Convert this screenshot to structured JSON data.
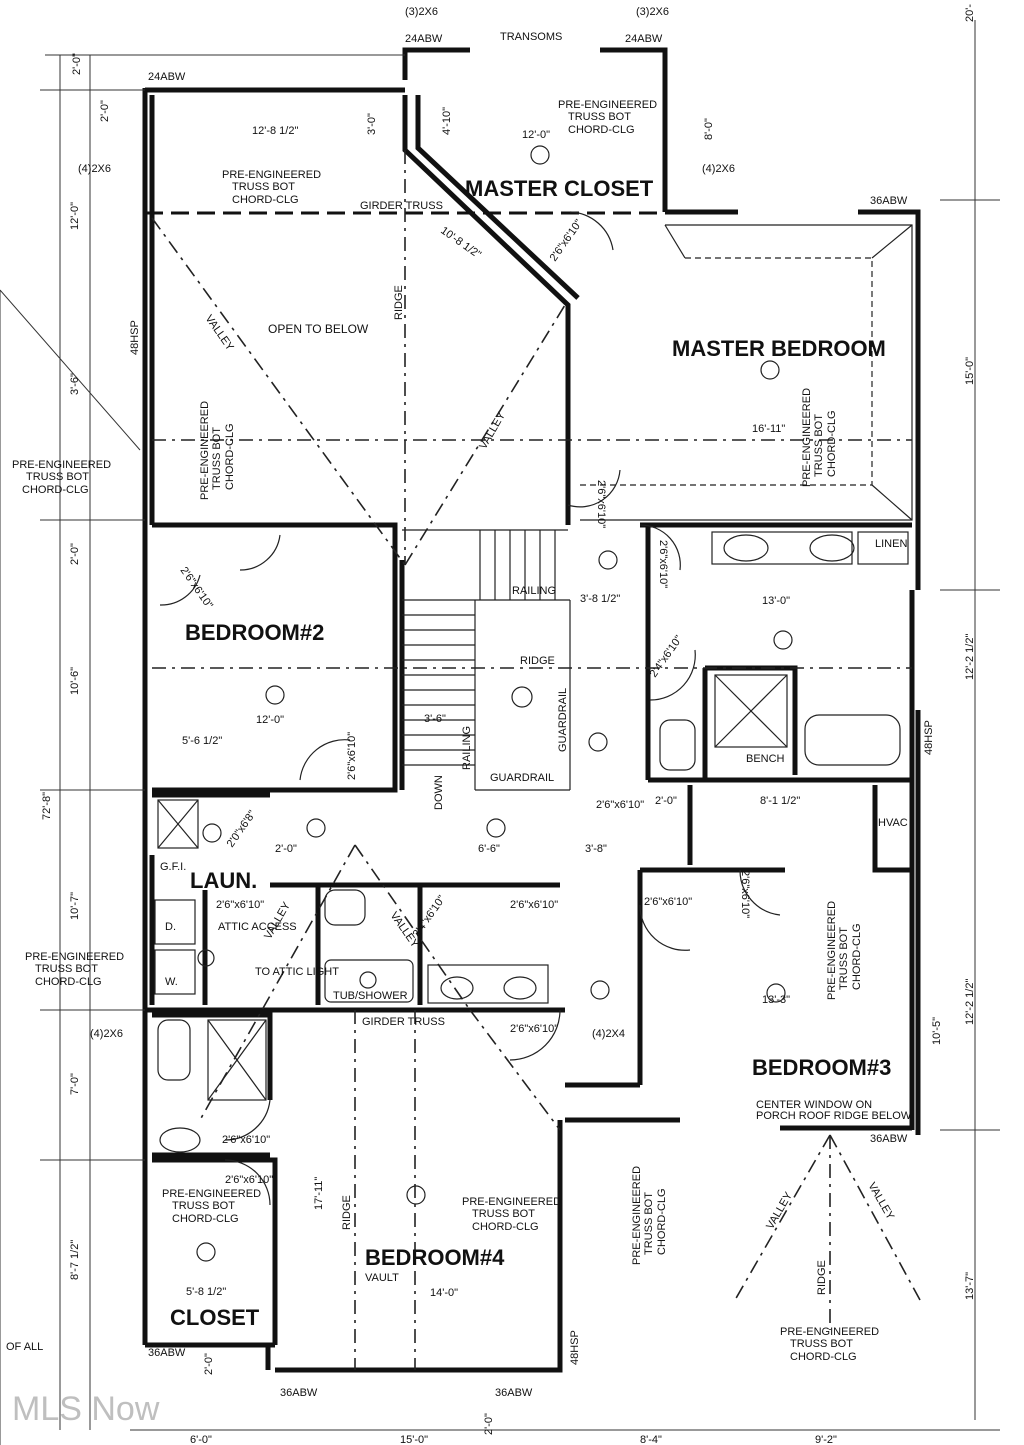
{
  "rooms": {
    "master_closet": "MASTER CLOSET",
    "master_bedroom": "MASTER BEDROOM",
    "bedroom2": "BEDROOM#2",
    "bedroom3": "BEDROOM#3",
    "bedroom4": "BEDROOM#4",
    "laundry": "LAUN.",
    "closet": "CLOSET"
  },
  "labels": {
    "open_to_below": "OPEN TO BELOW",
    "girder_truss": "GIRDER TRUSS",
    "ridge": "RIDGE",
    "valley": "VALLEY",
    "railing": "RAILING",
    "guardrail": "GUARDRAIL",
    "transoms": "TRANSOMS",
    "linen": "LINEN",
    "bench": "BENCH",
    "hvac": "HVAC",
    "tub_shower": "TUB/SHOWER",
    "attic_access": "ATTIC ACCESS",
    "to_attic_light": "TO ATTIC LIGHT",
    "vault": "VAULT",
    "down": "DOWN",
    "center_window": "CENTER WINDOW ON",
    "porch_roof": "PORCH ROOF RIDGE BELOW",
    "of_all": "OF ALL",
    "truss_1": "PRE-ENGINEERED",
    "truss_2": "TRUSS BOT",
    "truss_3": "CHORD-CLG",
    "gfi": "G.F.I.",
    "d": "D.",
    "w": "W."
  },
  "doors": {
    "d26x610": "2'6\"x6'10\"",
    "d24x610": "2'4\"x6'10\"",
    "d20x68": "2'0\"x6'8\""
  },
  "dims": {
    "d12_8h": "12'-8 1/2\"",
    "d12_0": "12'-0\"",
    "d10_8h": "10'-8 1/2\"",
    "d16_11": "16'-11\"",
    "d13_0": "13'-0\"",
    "d13_3": "13'-3\"",
    "d14_0": "14'-0\"",
    "d12_0b": "12'-0\"",
    "d5_6h": "5'-6 1/2\"",
    "d3_8h": "3'-8 1/2\"",
    "d3_6": "3'-6\"",
    "d6_6": "6'-6\"",
    "d3_8": "3'-8\"",
    "d8_1h": "8'-1 1/2\"",
    "d2_0": "2'-0\"",
    "d5_8h": "5'-8 1/2\"",
    "d6_0": "6'-0\"",
    "d15_0": "15'-0\"",
    "d8_4": "8'-4\"",
    "d9_2": "9'-2\"",
    "v2_0": "2'-0\"",
    "v12_0": "12'-0\"",
    "v3_6": "3'-6\"",
    "v10_6": "10'-6\"",
    "v72_8": "72'-8\"",
    "v10_7": "10'-7\"",
    "v7_0": "7'-0\"",
    "v8_7h": "8'-7 1/2\"",
    "v15_0": "15'-0\"",
    "v12_2h": "12'-2 1/2\"",
    "v10_5": "10'-5\"",
    "v13_7": "13'-7\"",
    "v20": "20'-",
    "v17_11": "17'-11\"",
    "v4_10": "4'-10\"",
    "v8_0": "8'-0\"",
    "v3_0": "3'-0\""
  },
  "headers": {
    "h24": "24ABW",
    "h36": "36ABW",
    "h48": "48HSP",
    "h32x6": "(3)2X6",
    "h42x6": "(4)2X6",
    "h42x4": "(4)2X4"
  },
  "watermark": "MLS Now"
}
